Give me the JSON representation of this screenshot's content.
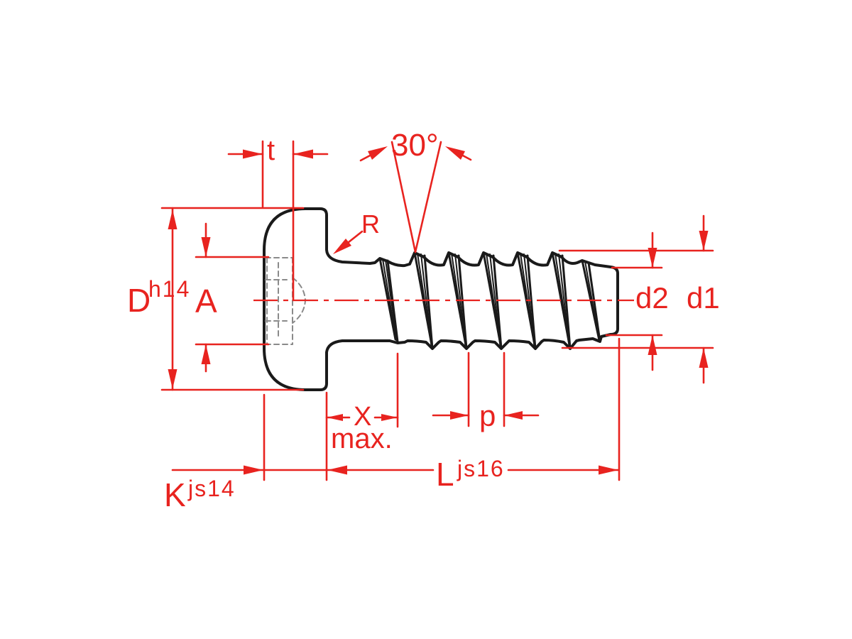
{
  "drawing": {
    "type": "technical-dimension-drawing",
    "subject": "pan head self-tapping screw, side view",
    "colors": {
      "dimension_red": "#e8231f",
      "outline_black": "#1a1a1a",
      "hidden_detail_gray": "#8a8a8a",
      "background": "#ffffff"
    },
    "labels": {
      "socket_depth": "t",
      "thread_angle": "30°",
      "under_head_radius": "R",
      "head_diameter": "D",
      "head_diameter_tolerance": "h14",
      "drive_size": "A",
      "tip_core_diameter": "d2",
      "thread_outer_diameter": "d1",
      "unthreaded_length": "X",
      "unthreaded_length_qualifier": "max.",
      "thread_pitch": "p",
      "screw_length": "L",
      "screw_length_tolerance": "js16",
      "head_height": "K",
      "head_height_tolerance": "js14"
    }
  }
}
